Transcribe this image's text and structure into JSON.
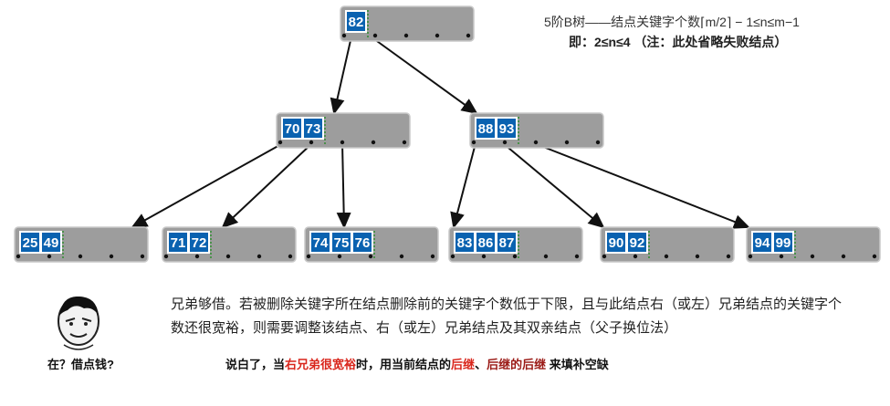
{
  "diagram": {
    "title_line1": "5阶B树——结点关键字个数⌈m/2⌉ − 1≤n≤m−1",
    "title_line2_prefix": "即：2≤n≤4",
    "title_line2_note": "（注：此处省略失败结点）",
    "root": {
      "keys": [
        "82"
      ]
    },
    "level1": [
      {
        "keys": [
          "70",
          "73"
        ]
      },
      {
        "keys": [
          "88",
          "93"
        ]
      }
    ],
    "leaves": [
      {
        "keys": [
          "25",
          "49"
        ]
      },
      {
        "keys": [
          "71",
          "72"
        ]
      },
      {
        "keys": [
          "74",
          "75",
          "76"
        ]
      },
      {
        "keys": [
          "83",
          "86",
          "87"
        ]
      },
      {
        "keys": [
          "90",
          "92"
        ]
      },
      {
        "keys": [
          "94",
          "99"
        ]
      }
    ]
  },
  "description": "兄弟够借。若被删除关键字所在结点删除前的关键字个数低于下限，且与此结点右（或左）兄弟结点的关键字个数还很宽裕，则需要调整该结点、右（或左）兄弟结点及其双亲结点（父子换位法）",
  "meme_caption": "在？借点钱?",
  "summary": {
    "part1": "说白了，当",
    "part2": "右兄弟很宽裕",
    "part3": "时，用当前结点的",
    "part4": "后继",
    "part5": "、",
    "part6": "后继的后继",
    "part7": " 来填补空缺"
  },
  "colors": {
    "key_fill": "#0a62b0",
    "node_fill": "#9d9d9d",
    "highlight_red": "#d9261c",
    "highlight_darkred": "#9b1b17",
    "divider_green": "#2e8b2e"
  }
}
